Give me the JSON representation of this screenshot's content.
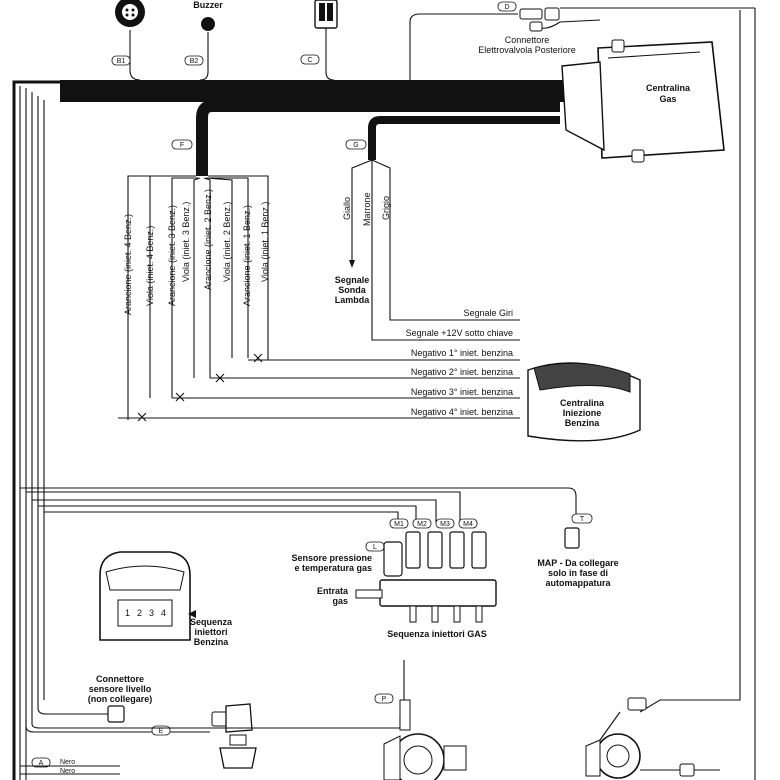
{
  "connectors": {
    "b1": "B1",
    "b2": "B2",
    "c": "C",
    "d": "D",
    "f": "F",
    "g": "G",
    "t": "T",
    "l": "L",
    "p": "P",
    "e": "E",
    "a": "A",
    "m1": "M1",
    "m2": "M2",
    "m3": "M3",
    "m4": "M4"
  },
  "buzzer": "Buzzer",
  "rear_valve_connector": [
    "Connettore",
    "Elettrovalvola Posteriore"
  ],
  "ecu_gas": [
    "Centralina",
    "Gas"
  ],
  "injector_wires": [
    "Arancione (iniet. 4 Benz.)",
    "Viola (iniet. 4 Benz.)",
    "Arancione (iniet. 3 Benz.)",
    "Viola (iniet. 3 Benz.)",
    "Arancione (iniet. 2 Benz.)",
    "Viola (iniet. 2 Benz.)",
    "Arancione (iniet. 1 Benz.)",
    "Viola (iniet. 1 Benz.)"
  ],
  "lambda_wires": [
    "Giallo",
    "Marrone",
    "Grigio"
  ],
  "lambda_signal": [
    "Segnale",
    "Sonda",
    "Lambda"
  ],
  "signal_lines": [
    "Segnale Giri",
    "Segnale +12V sotto chiave",
    "Negativo 1° iniet. benzina",
    "Negativo 2° iniet. benzina",
    "Negativo 3° iniet. benzina",
    "Negativo 4° iniet. benzina"
  ],
  "petrol_ecu": [
    "Centralina",
    "Iniezione",
    "Benzina"
  ],
  "pressure_sensor": [
    "Sensore pressione",
    "e temperatura gas"
  ],
  "gas_inlet": [
    "Entrata",
    "gas"
  ],
  "rail_caption": "Sequenza iniettori GAS",
  "map_note": [
    "MAP - Da collegare",
    "solo in fase di",
    "automappatura"
  ],
  "petrol_sequence": [
    "Sequenza",
    "iniettori",
    "Benzina"
  ],
  "petrol_sequence_numbers": [
    "1",
    "2",
    "3",
    "4"
  ],
  "level_sensor": [
    "Connettore",
    "sensore livello",
    "(non collegare)"
  ],
  "bottom_wires": [
    "Nero",
    "Nero"
  ]
}
